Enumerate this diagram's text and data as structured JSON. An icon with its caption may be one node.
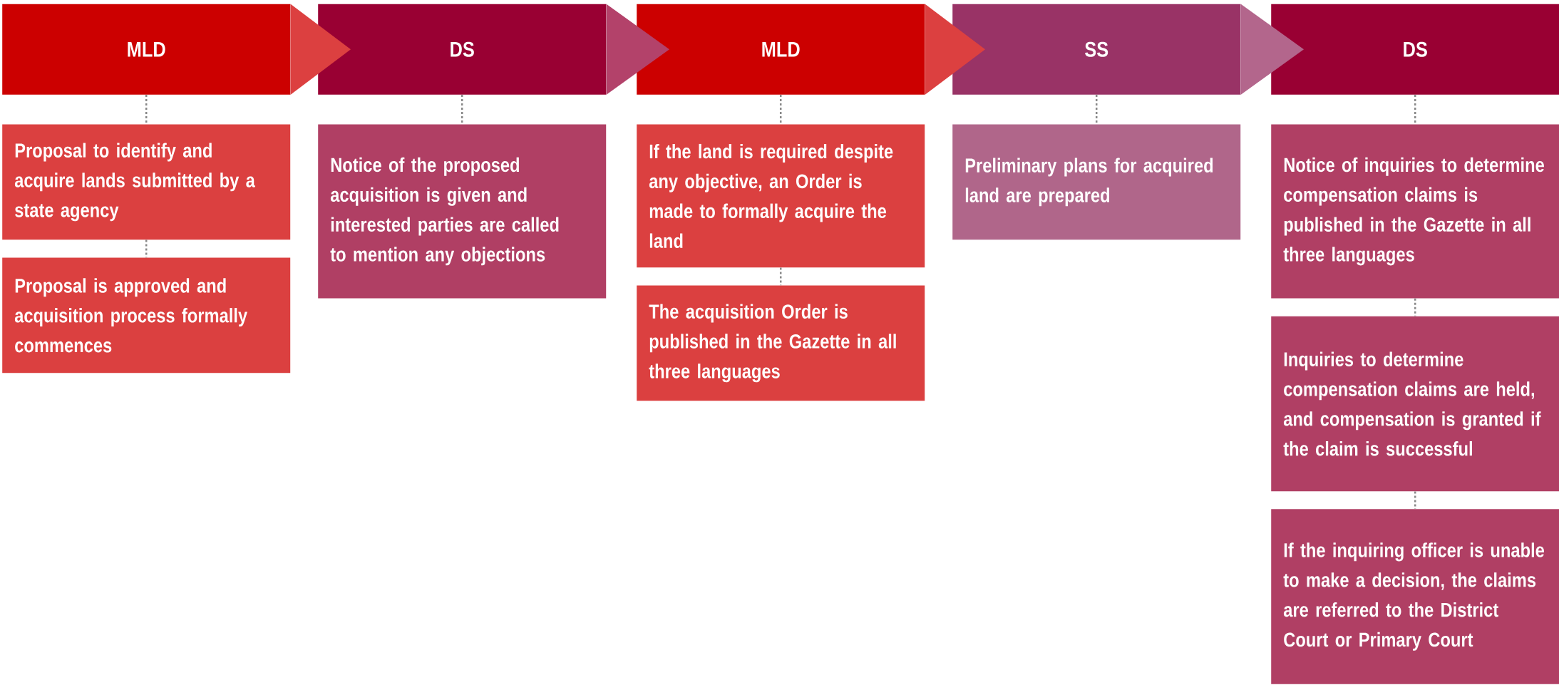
{
  "diagram": {
    "nodes": [
      {
        "text": [
          "MLD"
        ]
      },
      {
        "text": [
          "Proposal to identify and acquire lands submitted by a state agency"
        ]
      },
      {
        "text": [
          "Proposal is approved and acquisition process formally commences"
        ]
      },
      {
        "text": [
          "DS"
        ]
      },
      {
        "text": [
          "Notice of the proposed acquisition is given and interested parties are called to mention any objections"
        ]
      },
      {
        "text": [
          "MLD"
        ]
      },
      {
        "text": [
          "If the land is required despite any objective, an Order is made to formally acquire the land"
        ]
      },
      {
        "text": [
          "The acquisition Order is published in the Gazette in all three languages"
        ]
      },
      {
        "text": [
          "SS"
        ]
      },
      {
        "text": [
          "Preliminary plans for acquired land are prepared"
        ]
      },
      {
        "text": [
          "DS"
        ]
      },
      {
        "text": [
          "Notice of inquiries to determine compensation claims is published in the Gazette in all three languages"
        ]
      },
      {
        "text": [
          "Inquiries to determine compensation claims are held, and compensation is granted if the claim is successful"
        ]
      },
      {
        "text": [
          "If the inquiring officer is unable to make a decision, the claims are referred to the District Court or Primary Court"
        ]
      }
    ],
    "edges": [
      {
        "from": 0,
        "to": 3,
        "arrow": "to",
        "color": "#dc4040"
      },
      {
        "from": 3,
        "to": 5,
        "arrow": "to",
        "color": "#b3426a"
      },
      {
        "from": 5,
        "to": 8,
        "arrow": "to",
        "color": "#dc4040"
      },
      {
        "from": 8,
        "to": 10,
        "arrow": "to",
        "color": "#b3668c"
      },
      {
        "from": 0,
        "to": 1,
        "arrow": "none",
        "style": "dashed"
      },
      {
        "from": 1,
        "to": 2,
        "arrow": "none",
        "style": "dashed"
      },
      {
        "from": 3,
        "to": 4,
        "arrow": "none",
        "style": "dashed"
      },
      {
        "from": 5,
        "to": 6,
        "arrow": "none",
        "style": "dashed"
      },
      {
        "from": 6,
        "to": 7,
        "arrow": "none",
        "style": "dashed"
      },
      {
        "from": 8,
        "to": 9,
        "arrow": "none",
        "style": "dashed"
      },
      {
        "from": 10,
        "to": 11,
        "arrow": "none",
        "style": "dashed"
      },
      {
        "from": 11,
        "to": 12,
        "arrow": "none",
        "style": "dashed"
      },
      {
        "from": 12,
        "to": 13,
        "arrow": "none",
        "style": "dashed"
      }
    ]
  }
}
